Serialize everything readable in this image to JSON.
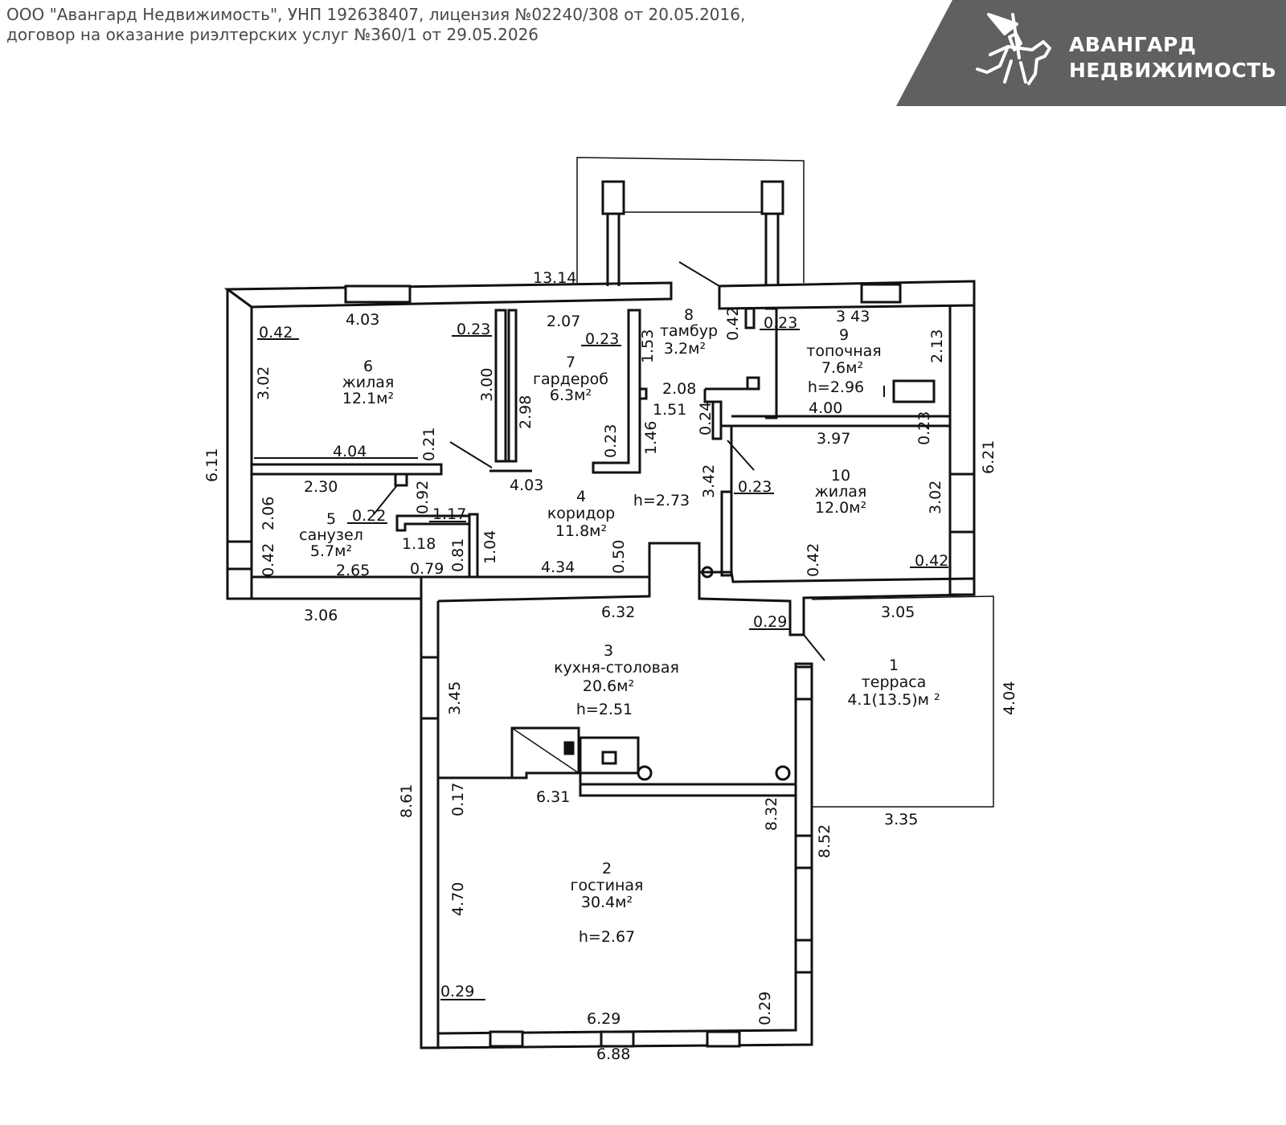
{
  "header": {
    "line1": "ООО \"Авангард Недвижимость\", УНП 192638407, лицензия №02240/308 от 20.05.2016,",
    "line2": "договор на оказание риэлтерских услуг №360/1 от 29.05.2026"
  },
  "logo": {
    "line1": "АВАНГАРД",
    "line2": "НЕДВИЖИМОСТЬ",
    "icon": "knight-on-horse-icon",
    "bg_color": "#5e615f"
  },
  "rooms": [
    {
      "num": "1",
      "name": "терраса",
      "area": "4.1(13.5)м ²"
    },
    {
      "num": "2",
      "name": "гостиная",
      "area": "30.4м²",
      "height": "h=2.67"
    },
    {
      "num": "3",
      "name": "кухня-столовая",
      "area": "20.6м²",
      "height": "h=2.51"
    },
    {
      "num": "4",
      "name": "коридор",
      "area": "11.8м²",
      "height": "h=2.73"
    },
    {
      "num": "5",
      "name": "санузел",
      "area": "5.7м²"
    },
    {
      "num": "6",
      "name": "жилая",
      "area": "12.1м²"
    },
    {
      "num": "7",
      "name": "гардероб",
      "area": "6.3м²"
    },
    {
      "num": "8",
      "name": "тамбур",
      "area": "3.2м²"
    },
    {
      "num": "9",
      "name": "топочная",
      "area": "7.6м²",
      "height": "h=2.96"
    },
    {
      "num": "10",
      "name": "жилая",
      "area": "12.0м²"
    }
  ],
  "dimensions": {
    "d13_14": "13.14",
    "d6_11": "6.11",
    "d4_03a": "4.03",
    "d0_42a": "0.42",
    "d0_23a": "0.23",
    "d3_02a": "3.02",
    "d3_00": "3.00",
    "d2_07": "2.07",
    "d0_23b": "0.23",
    "d1_53": "1.53",
    "d2_98": "2.98",
    "d0_23c": "0.23",
    "d1_46": "1.46",
    "d4_04a": "4.04",
    "d0_21": "0.21",
    "d4_03b": "4.03",
    "d2_30": "2.30",
    "d0_92": "0.92",
    "d2_06": "2.06",
    "d0_22": "0.22",
    "d1_17": "1.17",
    "d1_18": "1.18",
    "d0_81": "0.81",
    "d1_04": "1.04",
    "d0_42b": "0.42",
    "d2_65": "2.65",
    "d0_79": "0.79",
    "d4_34": "4.34",
    "d0_50": "0.50",
    "d3_06": "3.06",
    "d2_08": "2.08",
    "d1_51": "1.51",
    "d0_24": "0.24",
    "d0_42c": "0.42",
    "d0_23d": "0.23",
    "d3_43": "3 43",
    "d2_13": "2.13",
    "d4_00": "4.00",
    "d3_97": "3.97",
    "d0_23e": "0.23",
    "d6_21": "6.21",
    "d3_42": "3.42",
    "d0_23f": "0.23",
    "d3_02b": "3.02",
    "d0_42d": "0.42",
    "d0_42e": "0.42",
    "d6_32": "6.32",
    "d0_29a": "0.29",
    "d3_05": "3.05",
    "d3_45": "3.45",
    "d4_04b": "4.04",
    "d8_61": "8.61",
    "d0_17": "0.17",
    "d6_31": "6.31",
    "d8_32": "8.32",
    "d8_52": "8.52",
    "d3_35": "3.35",
    "d4_70": "4.70",
    "d0_29b": "0.29",
    "d0_29c": "0.29",
    "d6_29": "6.29",
    "d6_88": "6.88"
  }
}
